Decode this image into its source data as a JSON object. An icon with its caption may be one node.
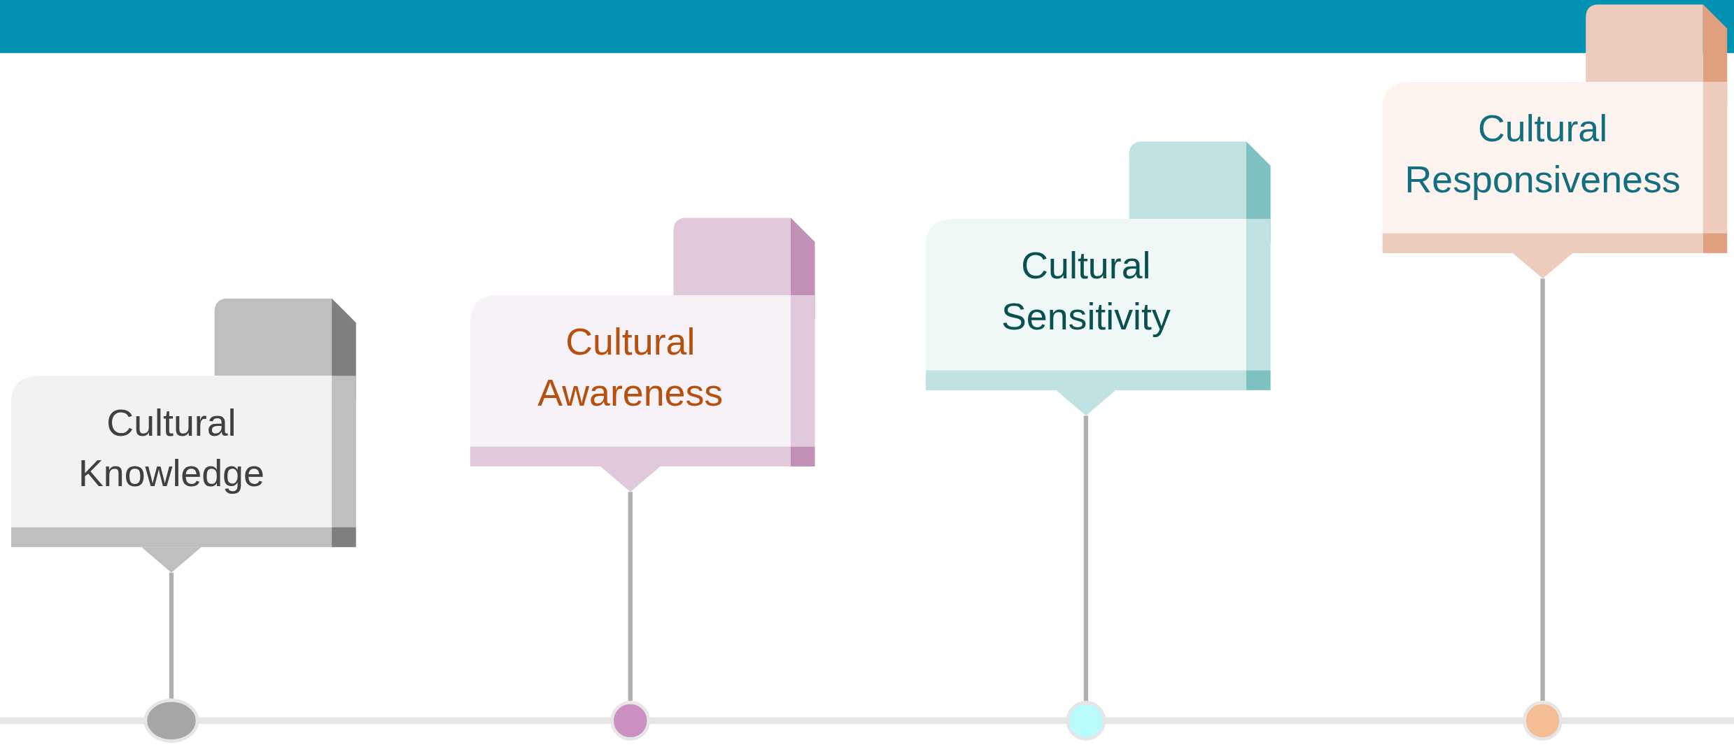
{
  "diagram": {
    "nodes": [
      {
        "text": [
          "Cultural Knowledge"
        ]
      },
      {
        "text": [
          "Cultural Awareness"
        ]
      },
      {
        "text": [
          "Cultural Sensitivity"
        ]
      },
      {
        "text": [
          "Cultural Responsiveness"
        ]
      },
      {
        "text": [],
        "shape": "circle"
      },
      {
        "text": [],
        "shape": "circle"
      },
      {
        "text": [],
        "shape": "circle"
      },
      {
        "text": [],
        "shape": "circle"
      }
    ],
    "edges": [
      {
        "from": 0,
        "to": 4,
        "arrow": "none"
      },
      {
        "from": 1,
        "to": 5,
        "arrow": "none"
      },
      {
        "from": 2,
        "to": 6,
        "arrow": "none"
      },
      {
        "from": 3,
        "to": 7,
        "arrow": "none"
      }
    ]
  }
}
